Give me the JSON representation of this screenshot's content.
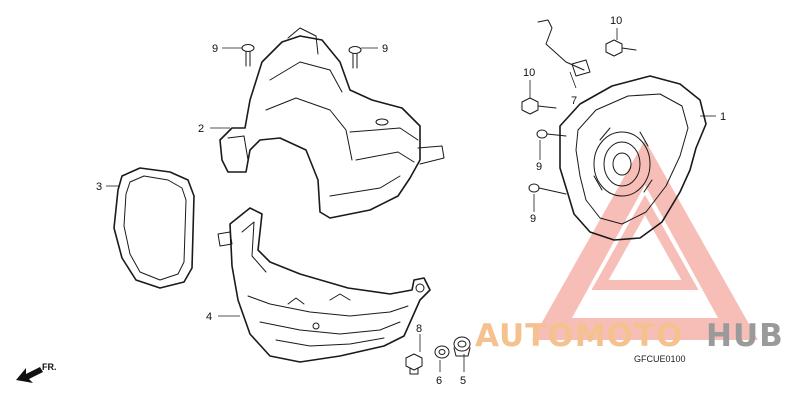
{
  "callouts": [
    {
      "id": "c10a",
      "text": "10"
    },
    {
      "id": "c9a",
      "text": "9"
    },
    {
      "id": "c9b",
      "text": "9"
    },
    {
      "id": "c10b",
      "text": "10"
    },
    {
      "id": "c7",
      "text": "7"
    },
    {
      "id": "c1",
      "text": "1"
    },
    {
      "id": "c2",
      "text": "2"
    },
    {
      "id": "c3",
      "text": "3"
    },
    {
      "id": "c9c",
      "text": "9"
    },
    {
      "id": "c9d",
      "text": "9"
    },
    {
      "id": "c4",
      "text": "4"
    },
    {
      "id": "c8",
      "text": "8"
    },
    {
      "id": "c6",
      "text": "6"
    },
    {
      "id": "c5",
      "text": "5"
    }
  ],
  "diagram_code": "GFCUE0100",
  "direction_label": "FR.",
  "watermark": {
    "part1": "AUTOMOTO",
    "part2": "HUB",
    "color_primary": "#f08a7e",
    "color_secondary": "#9a9a9a"
  }
}
